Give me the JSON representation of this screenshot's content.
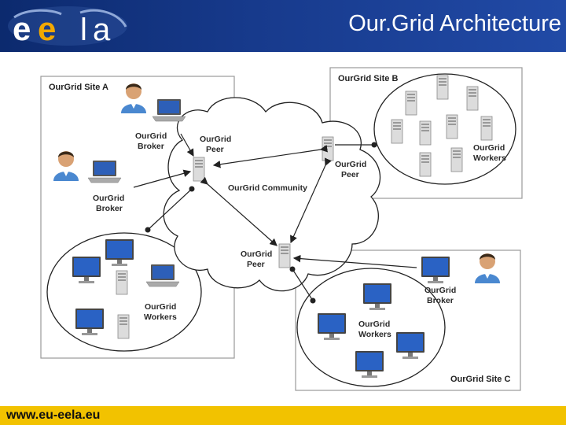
{
  "header": {
    "title": "Our.Grid Architecture",
    "title_color": "#ffffff",
    "background_color": "#173a8c"
  },
  "footer": {
    "url": "www.eu-eela.eu",
    "background_color": "#f2c200"
  },
  "logo": {
    "icon": "eela-logo-icon",
    "text": "ee la"
  },
  "diagram": {
    "cloud_label": "OurGrid Community",
    "site_a": {
      "name": "OurGrid Site A",
      "broker_label_1": "OurGrid",
      "broker_label_2": "Broker",
      "broker2_label_1": "OurGrid",
      "broker2_label_2": "Broker",
      "peer_label_1": "OurGrid",
      "peer_label_2": "Peer",
      "workers_label_1": "OurGrid",
      "workers_label_2": "Workers"
    },
    "site_b": {
      "name": "OurGrid Site B",
      "peer_label_1": "OurGrid",
      "peer_label_2": "Peer",
      "workers_label_1": "OurGrid",
      "workers_label_2": "Workers"
    },
    "site_c": {
      "name": "OurGrid Site C",
      "peer_label_1": "OurGrid",
      "peer_label_2": "Peer",
      "broker_label_1": "OurGrid",
      "broker_label_2": "Broker",
      "workers_label_1": "OurGrid",
      "workers_label_2": "Workers"
    }
  }
}
